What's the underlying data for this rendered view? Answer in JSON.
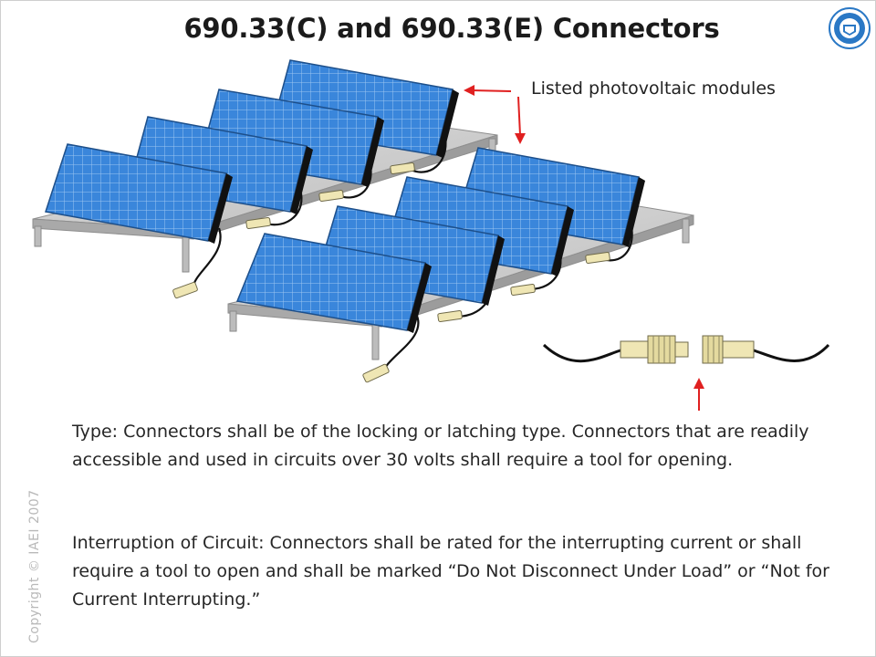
{
  "slide": {
    "title": "690.33(C) and 690.33(E) Connectors",
    "copyright": "Copyright © IAEI 2007"
  },
  "diagram": {
    "module_label": "Listed photovoltaic modules",
    "arrow_color": "#e02020",
    "panel_color": "#2f7fd6",
    "rack_color": "#b8b8b8"
  },
  "text": {
    "type_paragraph": "Type: Connectors shall be of the locking or latching type. Connectors that are readily accessible and used in circuits over 30 volts shall require a tool for opening.",
    "interruption_paragraph": "Interruption of Circuit: Connectors shall be rated for the interrupting current or shall require a tool to open and shall be marked “Do Not Disconnect Under Load” or “Not for Current Interrupting.”"
  }
}
